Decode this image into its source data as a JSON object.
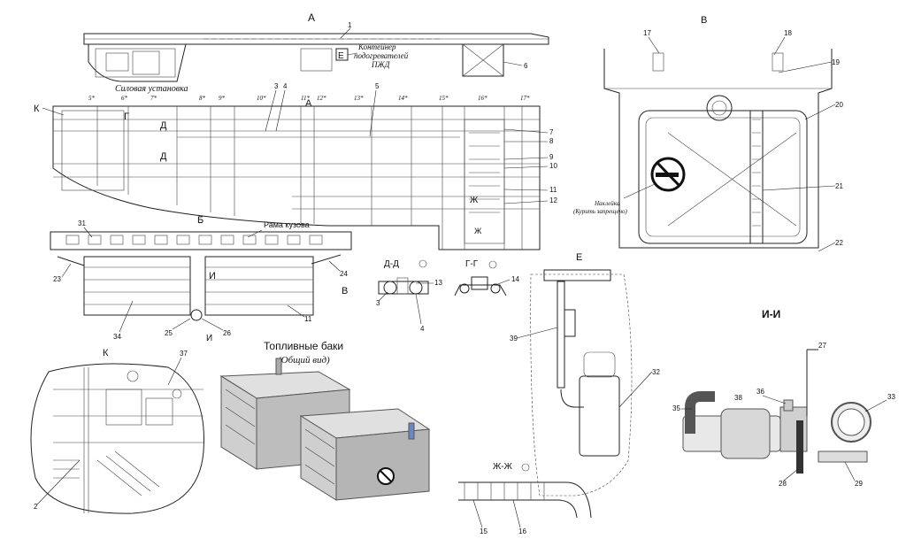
{
  "views": {
    "A_top_title": "А",
    "A_plan_title": "А",
    "B_title": "В",
    "E_title": "Е",
    "K_title": "К",
    "K_detail_title": "К",
    "G_marker": "Г",
    "D_marker_1": "Д",
    "D_marker_2": "Д",
    "Zh_marker_1": "Ж",
    "Zh_marker_2": "Ж",
    "B_side_title": "Б",
    "I_marker_1": "И",
    "I_marker_2": "И",
    "B_arrow": "В",
    "E_marker": "Е",
    "section_DD": "Д-Д",
    "section_GG": "Г-Г",
    "section_ZhZh": "Ж-Ж",
    "section_II": "И-И"
  },
  "captions": {
    "power_unit": "Силовая установка",
    "heater_container": "Контейнер\nподогревателей\nПЖД",
    "body_frame": "Рама кузова",
    "fuel_tanks": "Топливные баки",
    "general_view": "(Общий вид)",
    "sticker": "Наклейка\n(Курить запрещено)"
  },
  "frame_stations": [
    "5*",
    "6*",
    "7*",
    "8*",
    "9*",
    "10*",
    "11*",
    "12*",
    "13*",
    "14*",
    "15*",
    "16*",
    "17*"
  ],
  "positions": [
    "1",
    "2",
    "3",
    "4",
    "5",
    "6",
    "7",
    "8",
    "9",
    "10",
    "11",
    "12",
    "13",
    "14",
    "15",
    "16",
    "17",
    "18",
    "19",
    "20",
    "21",
    "22",
    "23",
    "24",
    "25",
    "26",
    "27",
    "28",
    "29",
    "31",
    "32",
    "33",
    "34",
    "35",
    "36",
    "37",
    "38",
    "39",
    "3",
    "4",
    "11"
  ]
}
